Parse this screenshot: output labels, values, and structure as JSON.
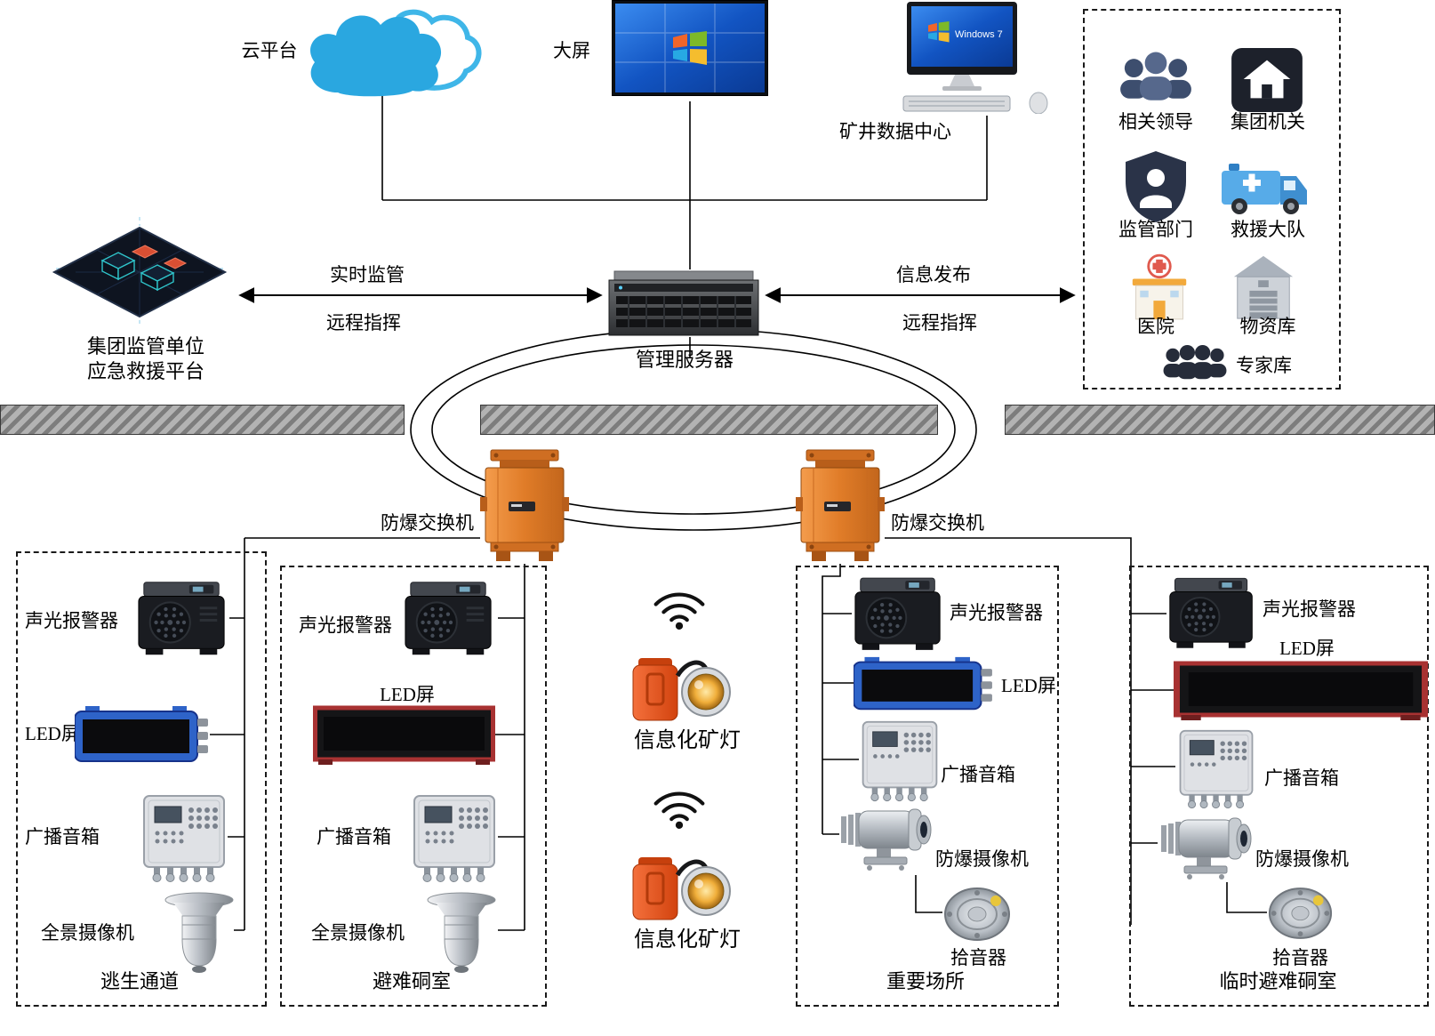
{
  "top": {
    "cloud_label": "云平台",
    "screen_label": "大屏",
    "datacenter_label": "矿井数据中心",
    "desktop_screen_text": "Windows 7"
  },
  "panel": {
    "items": [
      {
        "label": "相关领导"
      },
      {
        "label": "集团机关"
      },
      {
        "label": "监管部门"
      },
      {
        "label": "救援大队"
      },
      {
        "label": "医院"
      },
      {
        "label": "物资库"
      },
      {
        "label": "专家库"
      }
    ]
  },
  "middle": {
    "platform_line1": "集团监管单位",
    "platform_line2": "应急救援平台",
    "server_label": "管理服务器",
    "left_link": {
      "top": "实时监管",
      "bottom": "远程指挥"
    },
    "right_link": {
      "top": "信息发布",
      "bottom": "远程指挥"
    }
  },
  "ring": {
    "switch_left": "防爆交换机",
    "switch_right": "防爆交换机"
  },
  "lamps": {
    "lamp1": "信息化矿灯",
    "lamp2": "信息化矿灯"
  },
  "zones": [
    {
      "title": "逃生通道",
      "devices": [
        "声光报警器",
        "LED屏",
        "广播音箱",
        "全景摄像机"
      ]
    },
    {
      "title": "避难硐室",
      "devices": [
        "声光报警器",
        "LED屏",
        "广播音箱",
        "全景摄像机"
      ]
    },
    {
      "title": "重要场所",
      "devices": [
        "声光报警器",
        "LED屏",
        "广播音箱",
        "防爆摄像机",
        "拾音器"
      ]
    },
    {
      "title": "临时避难硐室",
      "devices": [
        "声光报警器",
        "LED屏",
        "广播音箱",
        "防爆摄像机",
        "拾音器"
      ]
    }
  ],
  "colors": {
    "switch_orange": "#e8862f",
    "led_blue": "#2e63c8",
    "led_red": "#a83232",
    "cloud_blue": "#2aa7e0",
    "lamp_orange": "#e8551c"
  }
}
